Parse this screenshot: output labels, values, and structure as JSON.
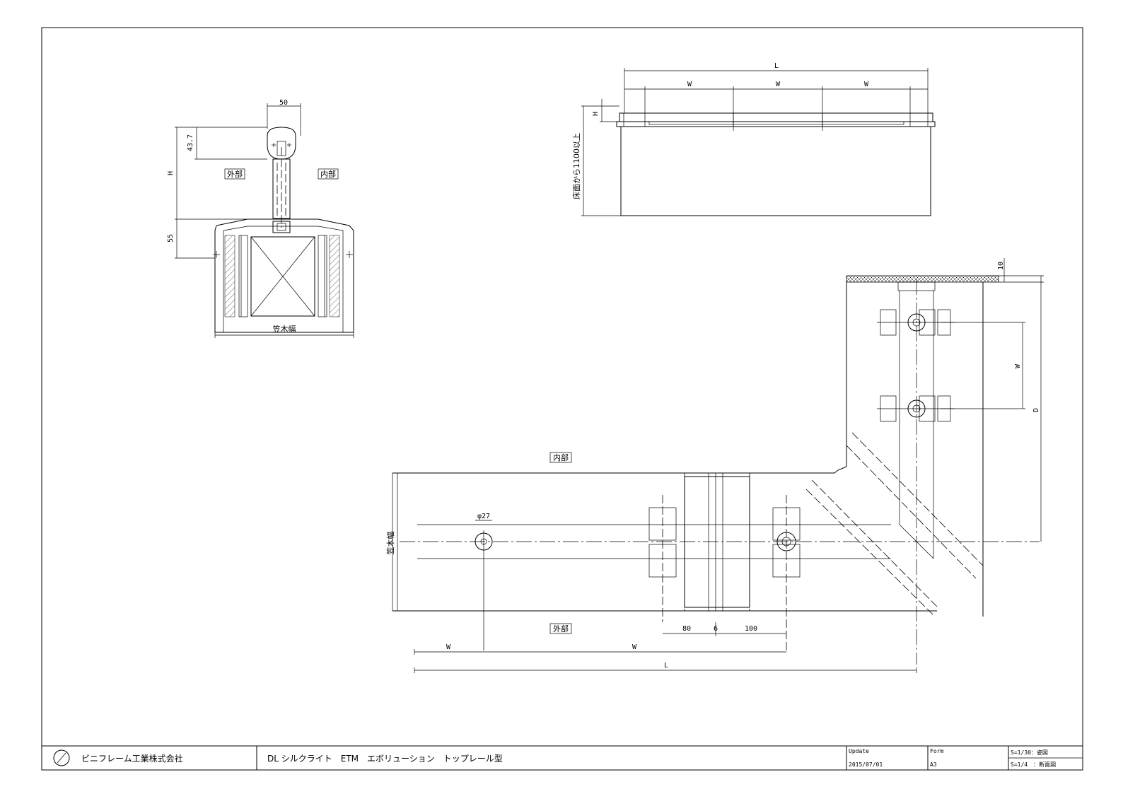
{
  "section": {
    "dim_width": "50",
    "dim_height": "43.7",
    "dim_h": "H",
    "dim_base": "55",
    "label_outside": "外部",
    "label_inside": "内部",
    "label_width": "笠木幅"
  },
  "elevation": {
    "dim_l": "L",
    "dim_w1": "W",
    "dim_w2": "W",
    "dim_w3": "W",
    "dim_h": "H",
    "dim_floor": "床面から1100以上"
  },
  "plan": {
    "label_inside": "内部",
    "label_outside": "外部",
    "label_width": "笠木幅",
    "dim_phi": "φ27",
    "dim_80": "80",
    "dim_6": "6",
    "dim_100": "100",
    "dim_w_left": "W",
    "dim_w_mid": "W",
    "dim_l": "L",
    "dim_10": "10",
    "dim_w_right": "W",
    "dim_d": "D"
  },
  "title_block": {
    "company": "ビニフレーム工業株式会社",
    "title": "DL シルクライト　ETM　エボリューション　トップレール型",
    "update_label": "Update",
    "update_value": "2015/07/01",
    "form_label": "Form",
    "form_value": "A3",
    "scale_1": "S=1/30：姿図",
    "scale_2": "S=1/4　：断面図"
  }
}
